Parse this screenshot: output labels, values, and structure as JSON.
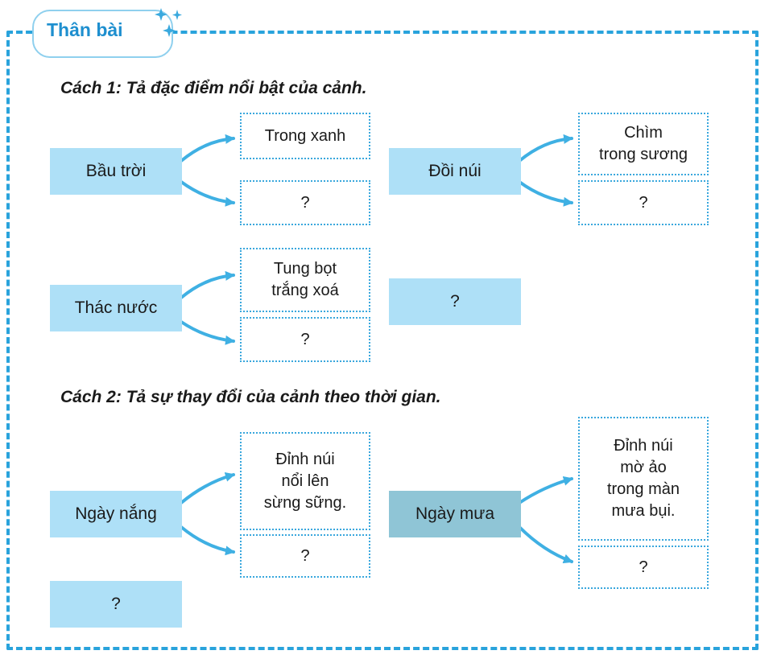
{
  "section_tab": "Thân bài",
  "colors": {
    "frame": "#29a3dc",
    "flag": "#aee0f7",
    "flag_dark": "#8fc5d6",
    "arrow": "#3fb0e3"
  },
  "method1": {
    "heading": "Cách 1: Tả đặc điểm nổi bật của cảnh.",
    "rows": [
      {
        "source": "Bầu trời",
        "targets": [
          "Trong xanh",
          "?"
        ]
      },
      {
        "source": "Đồi núi",
        "targets": [
          "Chìm\ntrong sương",
          "?"
        ]
      },
      {
        "source": "Thác nước",
        "targets": [
          "Tung bọt\ntrắng xoá",
          "?"
        ]
      },
      {
        "source": "?"
      }
    ]
  },
  "method2": {
    "heading": "Cách 2: Tả sự thay đổi của cảnh theo thời gian.",
    "rows": [
      {
        "source": "Ngày nắng",
        "targets": [
          "Đỉnh núi\nnổi lên\nsừng sững.",
          "?"
        ]
      },
      {
        "source": "Ngày mưa",
        "targets": [
          "Đỉnh núi\nmờ ảo\ntrong màn\nmưa bụi.",
          "?"
        ]
      },
      {
        "source": "?"
      }
    ]
  }
}
